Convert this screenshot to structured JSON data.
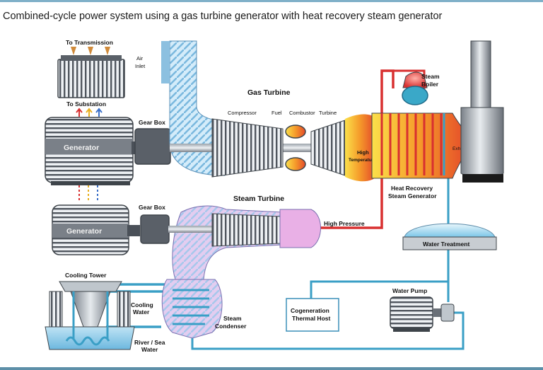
{
  "caption": "Combined-cycle power system using a gas turbine generator with heat recovery steam generator",
  "labels": {
    "to_transmission": "To Transmission",
    "to_substation": "To Substation",
    "generator_top": "Generator",
    "generator_bottom": "Generator",
    "gear_box_top": "Gear Box",
    "gear_box_bottom": "Gear Box",
    "air_inlet_1": "Air",
    "air_inlet_2": "Inlet",
    "gas_turbine": "Gas Turbine",
    "compressor": "Compressor",
    "fuel": "Fuel",
    "combustor": "Combustor",
    "turbine": "Turbine",
    "high_temp_1": "High",
    "high_temp_2": "Temperature",
    "steam_boiler_1": "Steam",
    "steam_boiler_2": "Boiler",
    "exhaust": "Exhaust",
    "hrsg_1": "Heat Recovery",
    "hrsg_2": "Steam Generator",
    "steam_turbine": "Steam Turbine",
    "high_pressure": "High Pressure",
    "water_treatment": "Water Treatment",
    "cooling_tower": "Cooling Tower",
    "cooling_water_1": "Cooling",
    "cooling_water_2": "Water",
    "steam_condenser_1": "Steam",
    "steam_condenser_2": "Condenser",
    "cogeneration_1": "Cogeneration",
    "cogeneration_2": "Thermal Host",
    "water_pump": "Water Pump",
    "river_sea_1": "River / Sea",
    "river_sea_2": "Water"
  },
  "colors": {
    "steam_blue": "#3a8fb8",
    "hot_red": "#d83030",
    "metal_dark": "#4a5058",
    "air_blue": "#9fd0ee",
    "steam_pink": "#c9a6e0"
  }
}
